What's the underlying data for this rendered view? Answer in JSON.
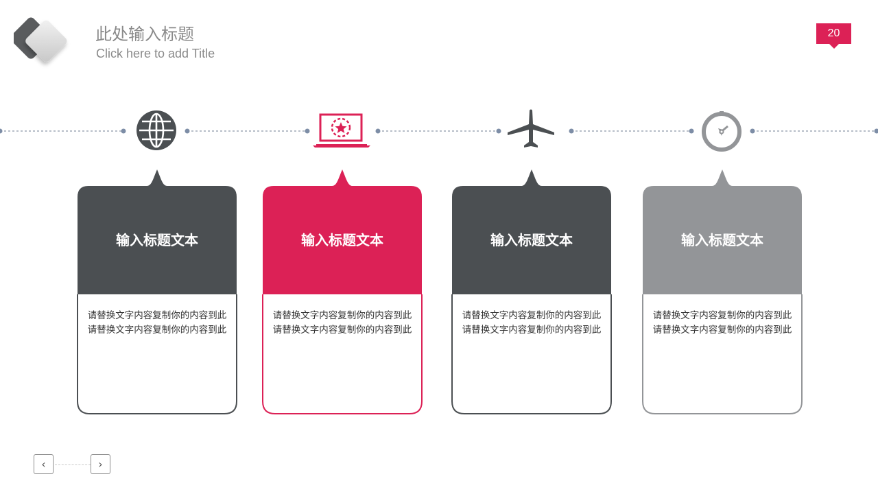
{
  "header": {
    "title_cn": "此处输入标题",
    "title_en": "Click here to add Title",
    "page_number": "20"
  },
  "colors": {
    "dark": "#4b4f52",
    "accent": "#dc2156",
    "gray": "#939598",
    "line": "#8a96a8"
  },
  "timeline_icons": [
    "globe-icon",
    "laptop-star-icon",
    "airplane-icon",
    "compass-icon"
  ],
  "cards": [
    {
      "title": "输入标题文本",
      "body": "请替换文字内容复制你的内容到此请替换文字内容复制你的内容到此",
      "color": "#4b4f52"
    },
    {
      "title": "输入标题文本",
      "body": "请替换文字内容复制你的内容到此请替换文字内容复制你的内容到此",
      "color": "#dc2156"
    },
    {
      "title": "输入标题文本",
      "body": "请替换文字内容复制你的内容到此请替换文字内容复制你的内容到此",
      "color": "#4b4f52"
    },
    {
      "title": "输入标题文本",
      "body": "请替换文字内容复制你的内容到此请替换文字内容复制你的内容到此",
      "color": "#939598"
    }
  ],
  "nav": {
    "prev": "‹",
    "next": "›"
  }
}
